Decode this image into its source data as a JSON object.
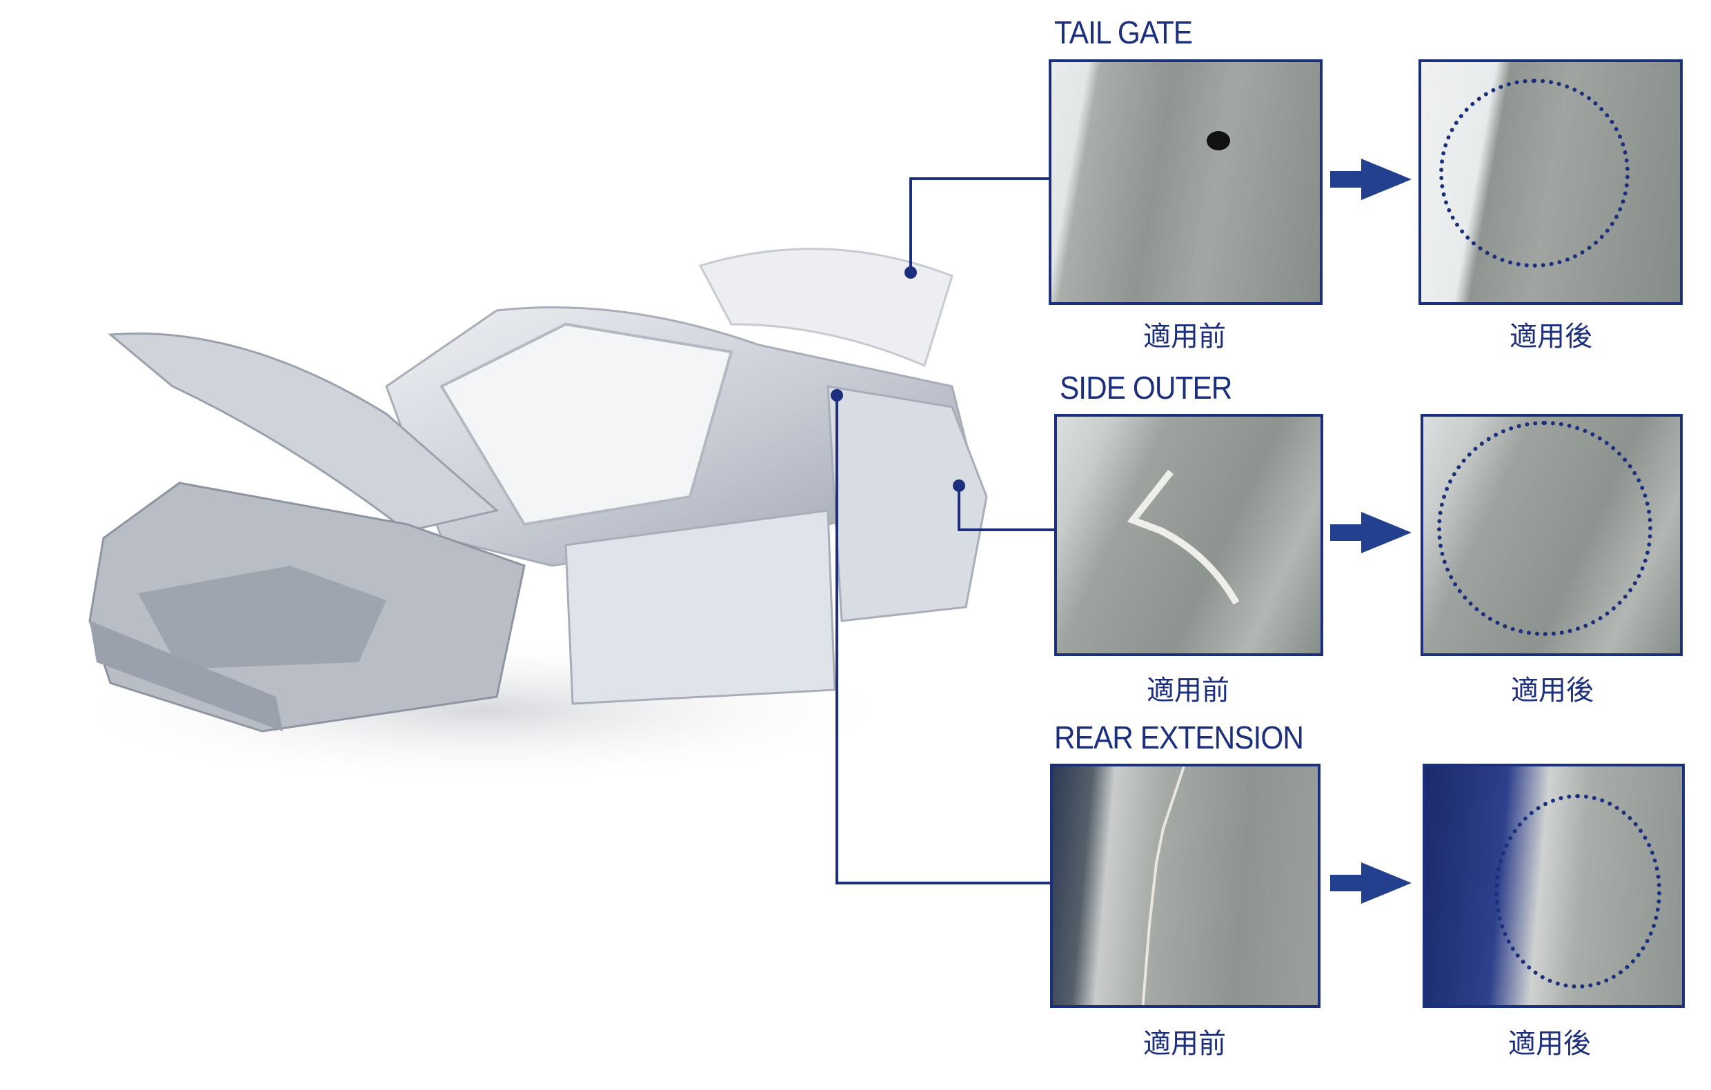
{
  "sections": [
    {
      "title": "TAIL GATE",
      "before_label": "適用前",
      "after_label": "適用後"
    },
    {
      "title": "SIDE OUTER",
      "before_label": "適用前",
      "after_label": "適用後"
    },
    {
      "title": "REAR EXTENSION",
      "before_label": "適用前",
      "after_label": "適用後"
    }
  ],
  "colors": {
    "accent": "#1b2f7c"
  }
}
